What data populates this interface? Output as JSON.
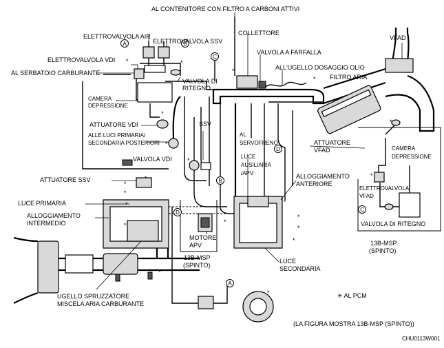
{
  "labels": {
    "al_contenitore": "AL CONTENITORE CON FILTRO A CARBONI ATTIVI",
    "elettrovalvola_air": "ELETTROVALVOLA AIR",
    "elettrovalvola_ssv": "ELETTROVALVOLA SSV",
    "collettore": "COLLETTORE",
    "vfad": "VFAD",
    "elettrovalvola_vdi": "ELETTROVALVOLA VDI",
    "valvola_a_farfalla": "VALVOLA A FARFALLA",
    "al_serbatoio": "AL SERBATOIO CARBURANTE",
    "valvola_di_ritegno_1": "VALVOLA DI",
    "valvola_di_ritegno_2": "RITEGNO",
    "ugello_dosaggio": "ALL'UGELLO DOSAGGIO OLIO",
    "filtro_aria": "FILTRO ARIA",
    "camera_depressione_1": "CAMERA",
    "camera_depressione_2": "DEPRESSIONE",
    "attuatore_vdi": "ATTUATORE VDI",
    "ssv": "SSV",
    "luci_posteriori_1": "ALLE LUCI PRIMARIA/",
    "luci_posteriori_2": "SECONDARIA POSTERIORI",
    "al_servofreno_1": "AL",
    "al_servofreno_2": "SERVOFRENO",
    "valvola_vdi": "VALVOLA VDI",
    "luce_ausiliaria_1": "LUCE",
    "luce_ausiliaria_2": "AUSILIARIA",
    "luce_ausiliaria_3": "/APV",
    "attuatore_vfad_1": "ATTUATORE",
    "attuatore_vfad_2": "VFAD",
    "camera_depr_vfad_1": "CAMERA",
    "camera_depr_vfad_2": "DEPRESSIONE",
    "attuatore_ssv": "ATTUATORE SSV",
    "alloggiamento_anteriore_1": "ALLOGGIAMENTO",
    "alloggiamento_anteriore_2": "ANTERIORE",
    "elettrovalvola_vfad_1": "ELETTROVALVOLA",
    "elettrovalvola_vfad_2": "VFAD",
    "luce_primaria": "LUCE PRIMARIA",
    "valvola_di_ritegno_vfad": "VALVOLA DI RITEGNO",
    "alloggiamento_intermedio_1": "ALLOGGIAMENTO",
    "alloggiamento_intermedio_2": "INTERMEDIO",
    "motore_apv_1": "MOTORE",
    "motore_apv_2": "APV",
    "msp_spinto_right_1": "13B-MSP",
    "msp_spinto_right_2": "(SPINTO)",
    "msp_spinto_mid_1": "13B-MSP",
    "msp_spinto_mid_2": "(SPINTO)",
    "luce_secondaria_1": "LUCE",
    "luce_secondaria_2": "SECONDARIA",
    "ugello_spruzzatore_1": "UGELLO SPRUZZATORE",
    "ugello_spruzzatore_2": "MISCELA ARIA CARBURANTE",
    "al_pcm": "✳ AL PCM",
    "figura_mostra": "(LA FIGURA MOSTRA 13B-MSP (SPINTO))",
    "code": "CHU0113W001"
  },
  "connectors": {
    "a": "A",
    "b": "B",
    "c": "C",
    "d": "D"
  },
  "star": "*"
}
